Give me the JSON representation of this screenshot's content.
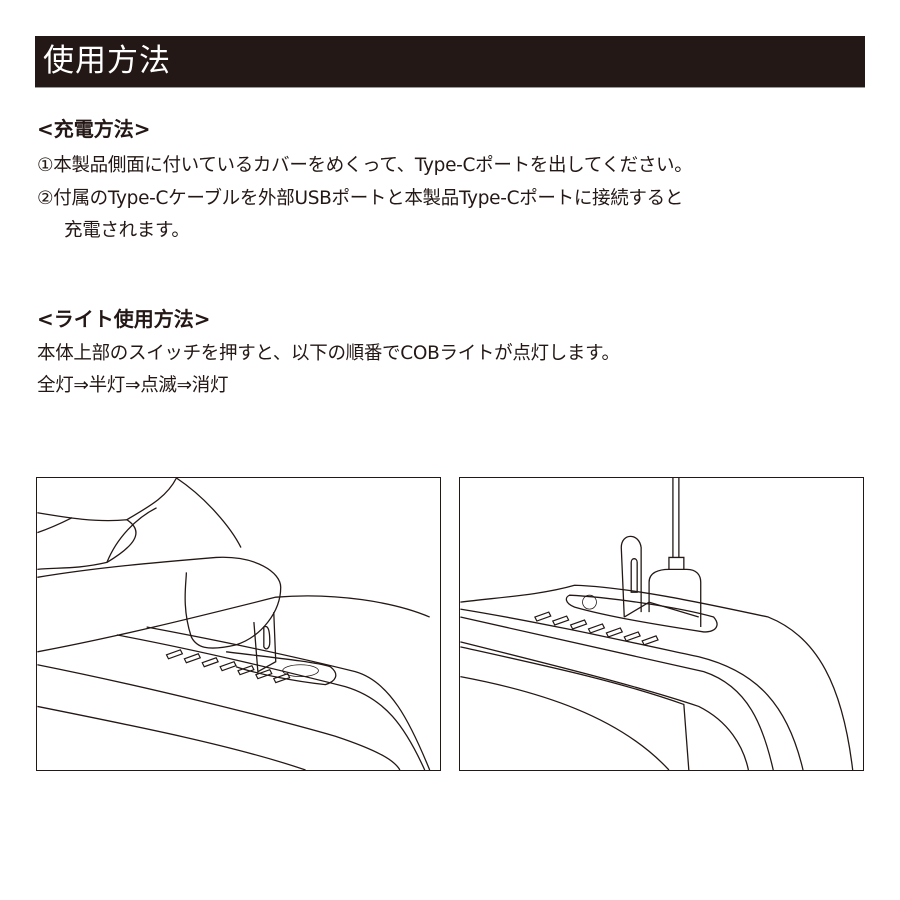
{
  "header": {
    "title": "使用方法",
    "bg_color": "#231815",
    "text_color": "#ffffff"
  },
  "charging": {
    "heading": "<充電方法>",
    "steps": [
      "①本製品側面に付いているカバーをめくって、Type-Cポートを出してください。",
      "②付属のType-Cケーブルを外部USBポートと本製品Type-Cポートに接続すると",
      "充電されます。"
    ]
  },
  "light": {
    "heading": "<ライト使用方法>",
    "lines": [
      "本体上部のスイッチを押すと、以下の順番でCOBライトが点灯します。",
      "全灯⇒半灯⇒点滅⇒消灯"
    ]
  },
  "illustrations": {
    "left": {
      "description": "finger-lifting-port-cover-icon"
    },
    "right": {
      "description": "type-c-cable-plugged-icon"
    }
  }
}
